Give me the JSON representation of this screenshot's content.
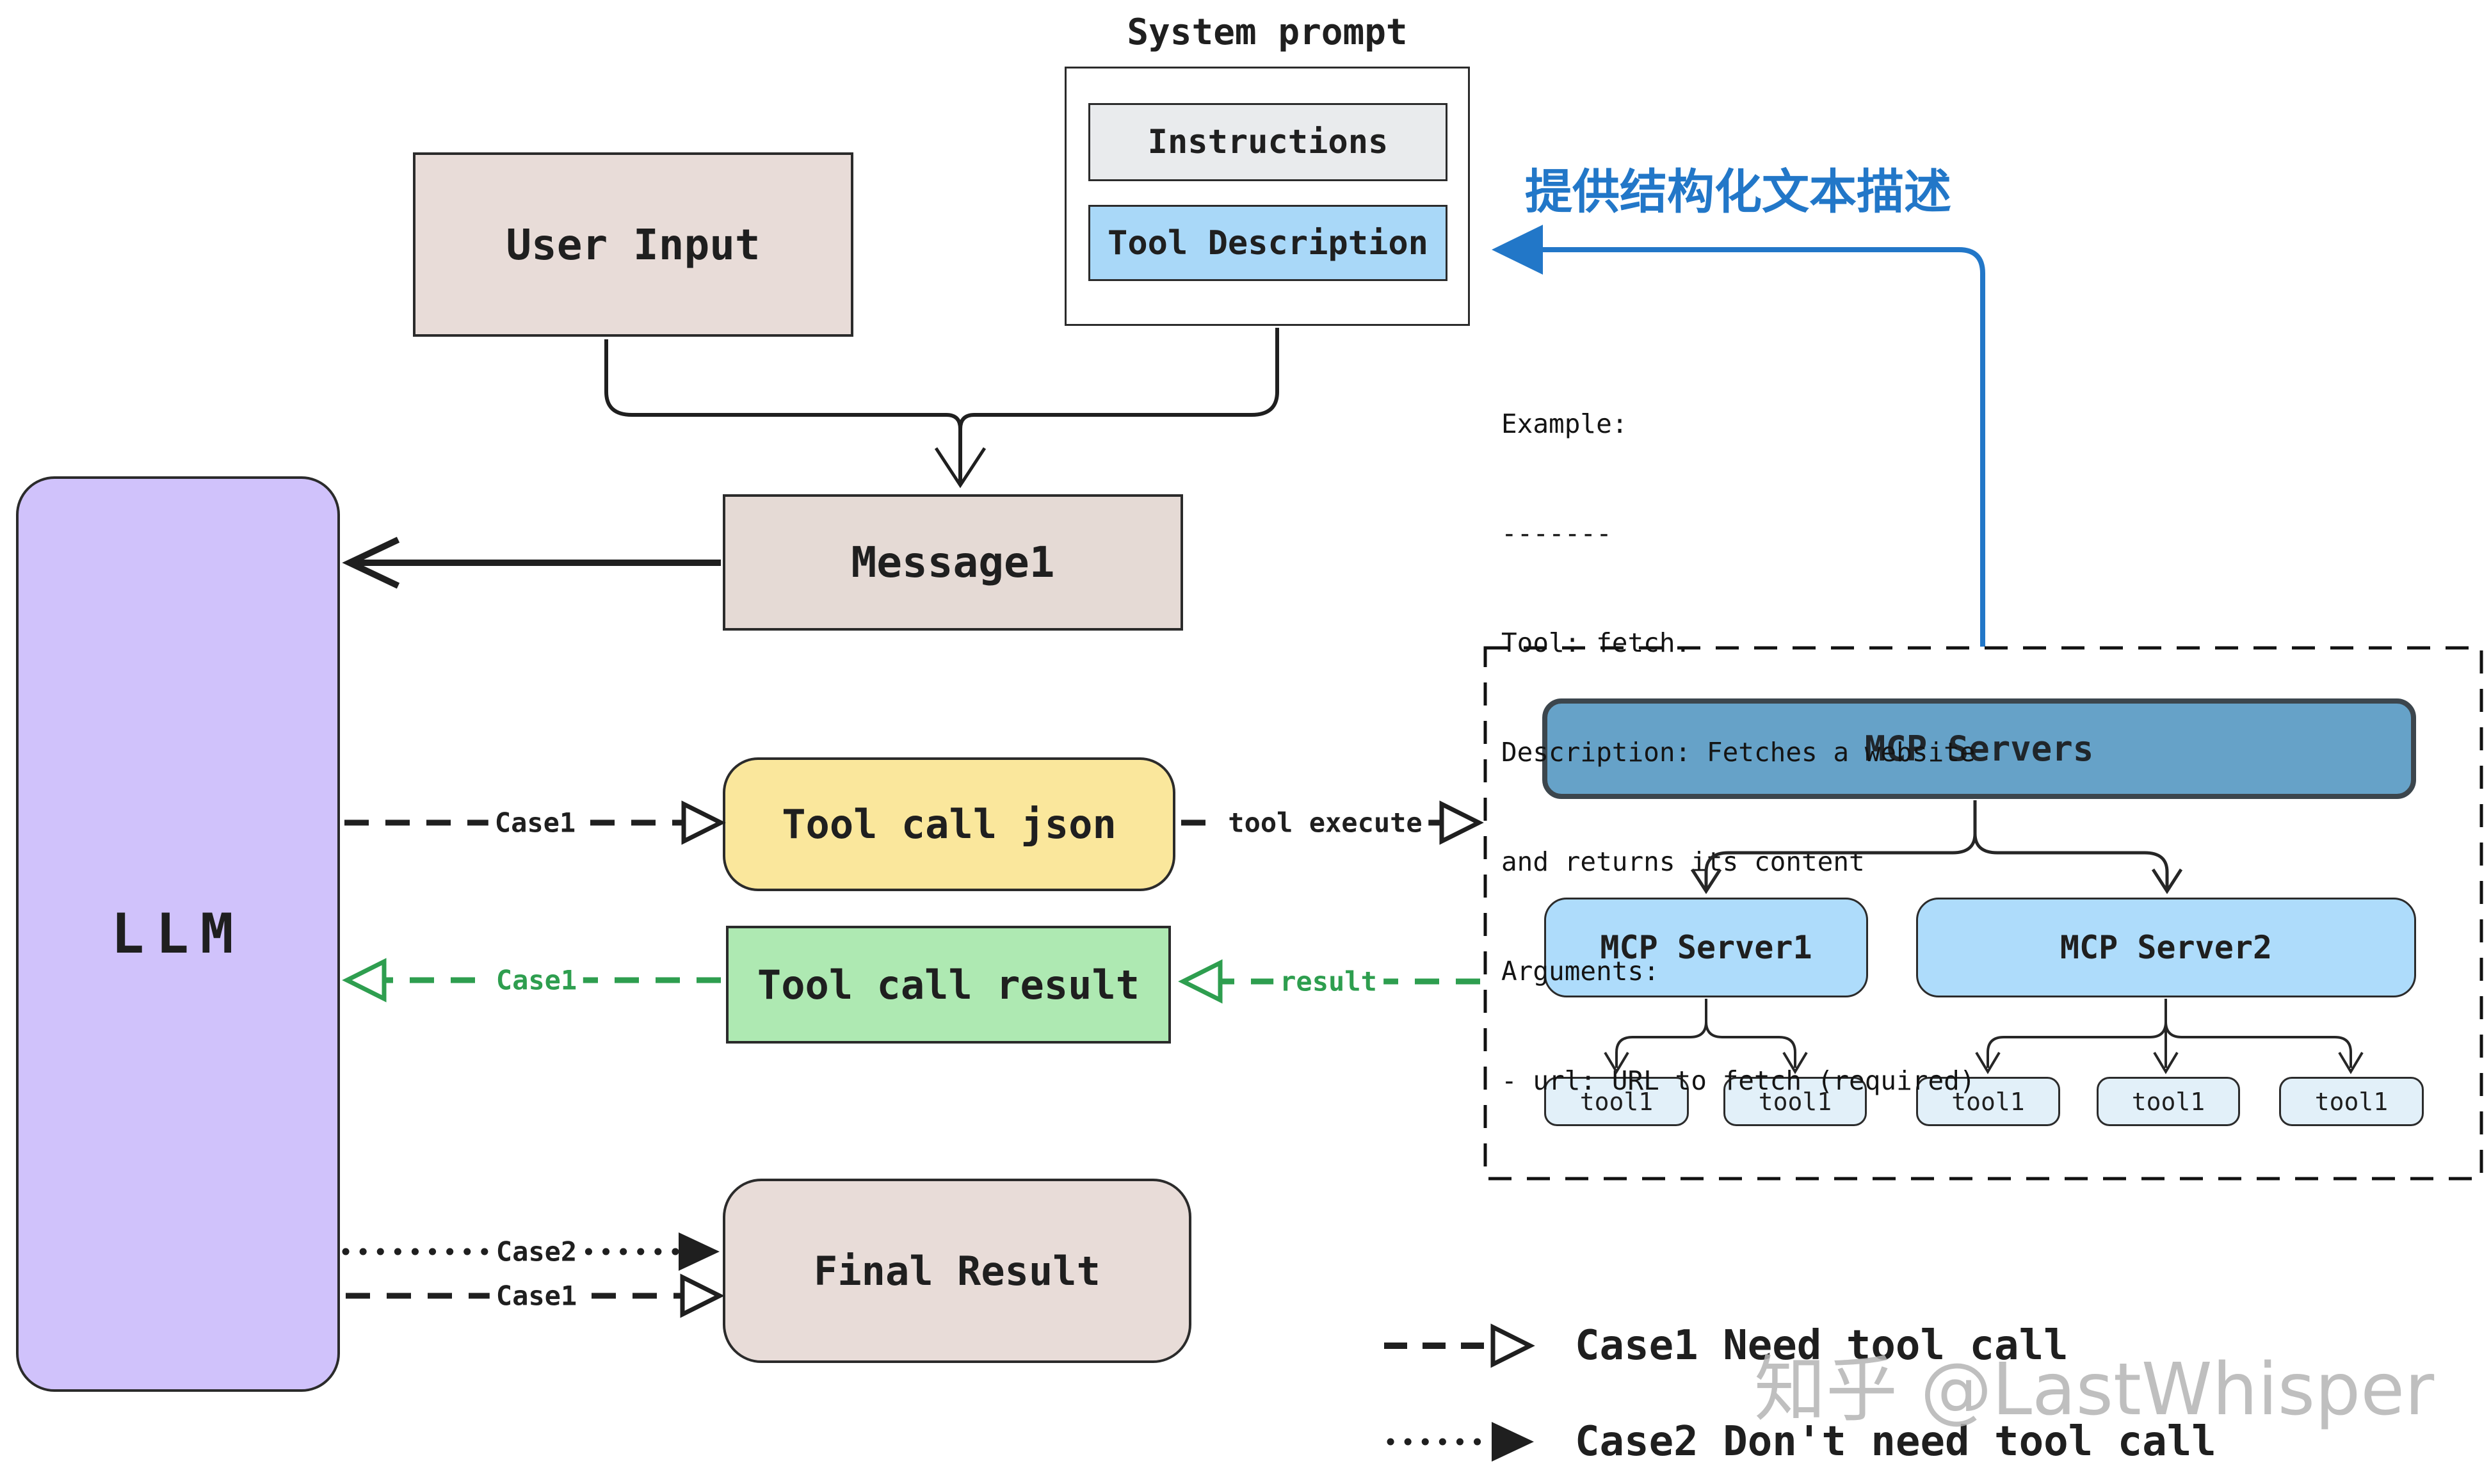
{
  "system_prompt": {
    "title": "System prompt",
    "instructions_label": "Instructions",
    "tool_description_label": "Tool Description"
  },
  "annotation": {
    "text": "提供结构化文本描述",
    "color": "#2277C8"
  },
  "example": {
    "lines": [
      "Example:",
      "-------",
      "Tool: fetch.",
      "Description: Fetches a website",
      "and returns its content",
      "Arguments:",
      "- url: URL to fetch (required)"
    ]
  },
  "boxes": {
    "user_input": "User Input",
    "message1": "Message1",
    "llm": "LLM",
    "tool_call_json": "Tool call json",
    "tool_call_result": "Tool call result",
    "final_result": "Final Result"
  },
  "arrow_labels": {
    "case1_json": "Case1",
    "tool_execute": "tool execute",
    "result": "result",
    "case1_result": "Case1",
    "case2_final": "Case2",
    "case1_final": "Case1"
  },
  "mcp": {
    "panel_title": "MCP Servers",
    "server1": "MCP Server1",
    "server2": "MCP Server2",
    "tools": [
      "tool1",
      "tool1",
      "tool1",
      "tool1",
      "tool1"
    ]
  },
  "legend": [
    {
      "label": "Case1 Need tool call",
      "style": "dashed"
    },
    {
      "label": "Case2 Don't need tool call",
      "style": "dotted"
    }
  ],
  "watermark": "知乎 @LastWhisper",
  "colors": {
    "llm_fill": "#D0C2FB",
    "beige_fill": "#E8DCD8",
    "yellow_fill": "#FAE79C",
    "green_fill": "#AEE9B2",
    "instructions_fill": "#E9EBED",
    "tool_description_fill": "#A9D8F8",
    "mcp_header_fill": "#66A2C8",
    "mcp_server_fill": "#AEDCFB",
    "tool_fill": "#E2F0F9",
    "accent_blue": "#2277C8",
    "accent_green": "#2E9E4F",
    "line_black": "#1f1f1f"
  }
}
